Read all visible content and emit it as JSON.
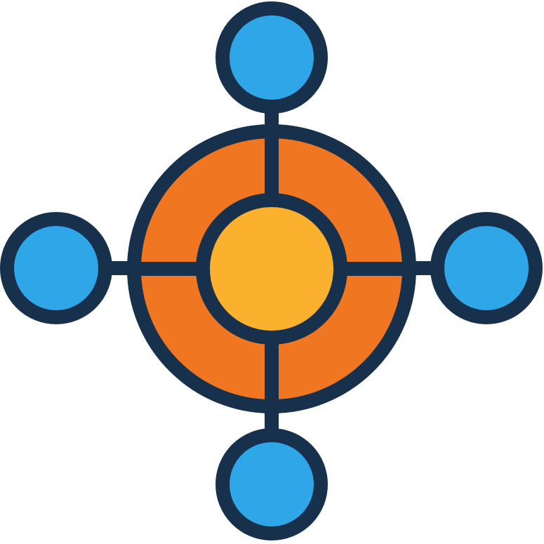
{
  "icon": {
    "name": "hub-network-icon",
    "colors": {
      "background": "#ffffff",
      "outline": "#17314d",
      "outer_ring": "#f07622",
      "center": "#fbb12d",
      "nodes": "#2fa6e8"
    },
    "nodes": [
      "top",
      "right",
      "bottom",
      "left"
    ]
  }
}
